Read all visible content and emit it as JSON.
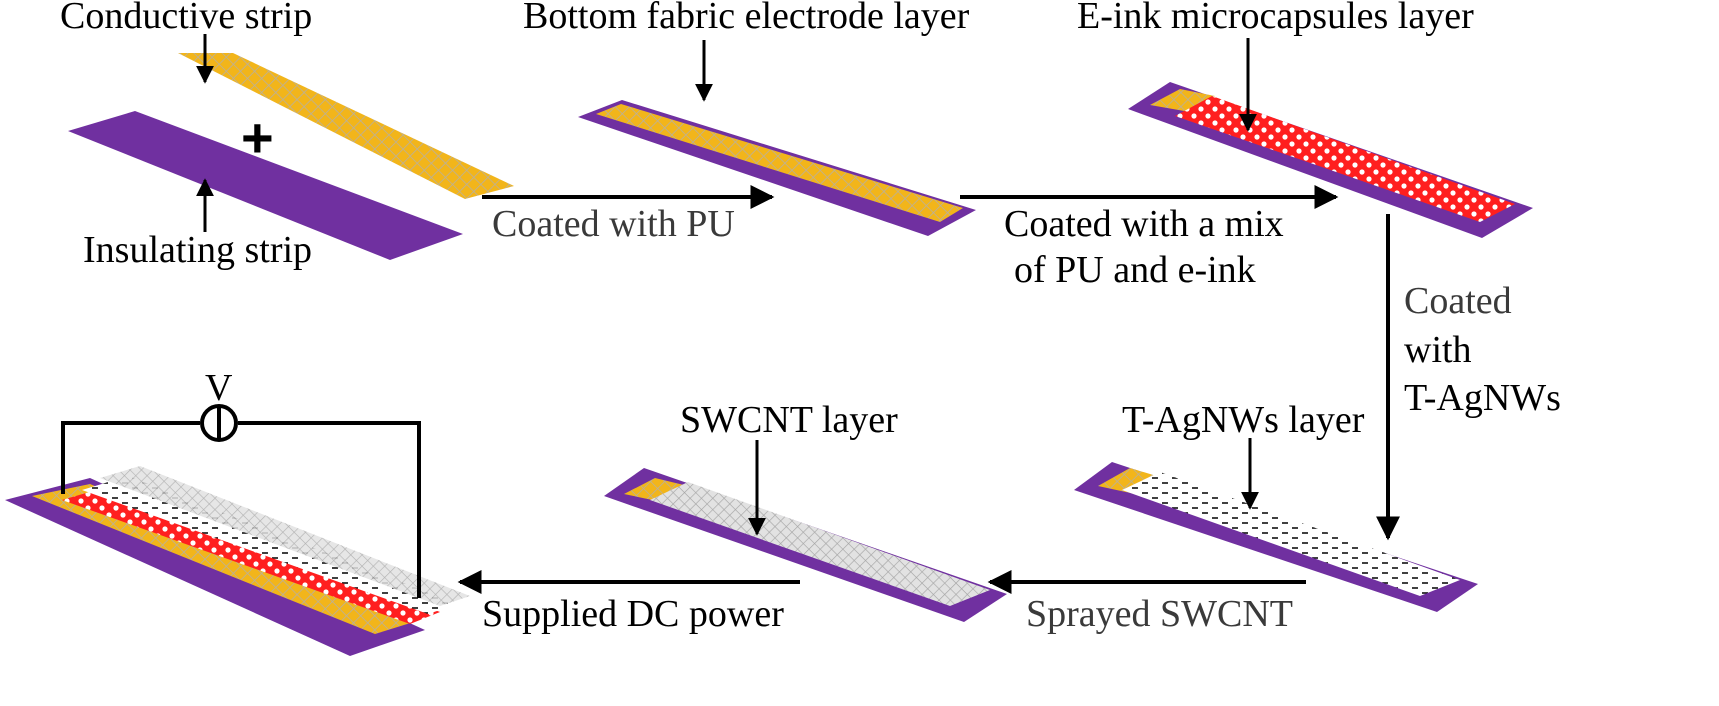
{
  "colors": {
    "insulating": "#7030a0",
    "conductive": "#f2b51a",
    "conductive_grid": "#b8b0a0",
    "eink": "#ff1f1f",
    "eink_dot": "#ffffff",
    "silver_bg": "#ffffff",
    "silver_dash": "#000000",
    "swcnt_bg": "#e0e0e0",
    "swcnt_grid": "#a5a5a5",
    "arrow": "#000000"
  },
  "labels": {
    "conductive_strip": "Conductive strip",
    "plus": "+",
    "insulating_strip": "Insulating strip",
    "bottom_electrode": "Bottom fabric electrode layer",
    "eink_layer": "E-ink microcapsules layer",
    "tagnws_layer": "T-AgNWs layer",
    "swcnt_layer": "SWCNT layer",
    "voltage": "V"
  },
  "steps": {
    "pu": "Coated with PU",
    "mix_line1": "Coated with a mix",
    "mix_line2": "of PU and e-ink",
    "tag_line1": "Coated",
    "tag_line2": "with",
    "tag_line3": "T-AgNWs",
    "spray": "Sprayed SWCNT",
    "power": "Supplied DC power"
  }
}
